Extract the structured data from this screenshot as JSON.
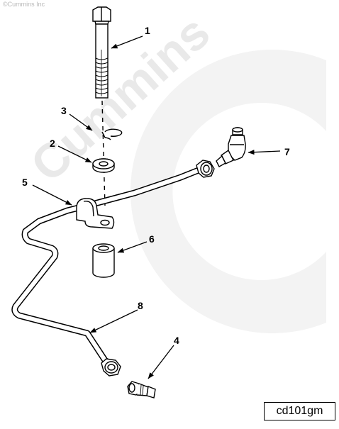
{
  "copyright": "©Cummins Inc",
  "watermark": "Cummins",
  "drawing_code": "cd101gm",
  "callouts": {
    "c1": "1",
    "c2": "2",
    "c3": "3",
    "c4": "4",
    "c5": "5",
    "c6": "6",
    "c7": "7",
    "c8": "8"
  },
  "colors": {
    "line": "#000000",
    "watermark": "#f2f2f2"
  }
}
